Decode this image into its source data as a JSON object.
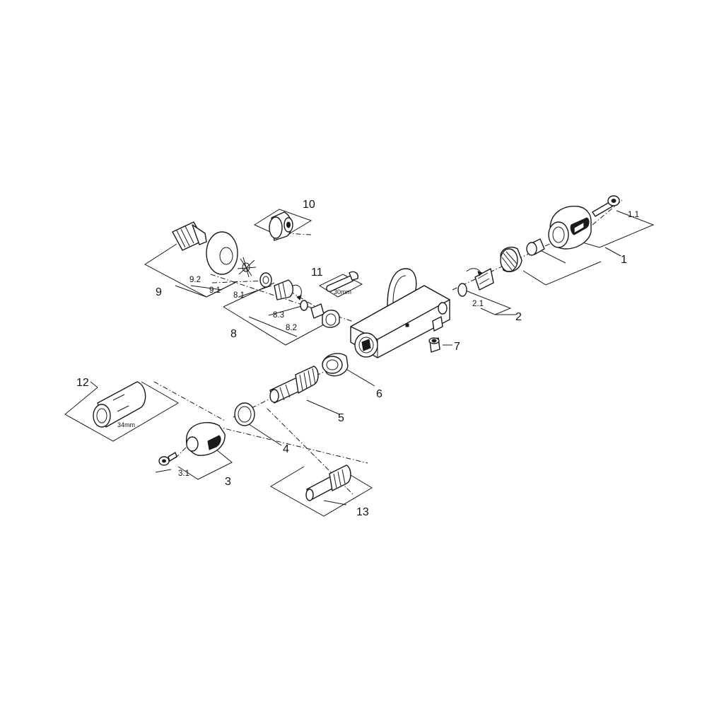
{
  "diagram": {
    "callouts": {
      "c1": "1",
      "c1_1": "1.1",
      "c2": "2",
      "c2_1": "2.1",
      "c3": "3",
      "c3_1": "3.1",
      "c4": "4",
      "c5": "5",
      "c6": "6",
      "c7": "7",
      "c8": "8",
      "c8_1": "8.1",
      "c8_2": "8.2",
      "c8_3": "8.3",
      "c9": "9",
      "c9_1": "9.1",
      "c9_2": "9.2",
      "c10": "10",
      "c11": "11",
      "c12": "12",
      "c13": "13"
    },
    "tool_sizes": {
      "wrench_11": "30mm",
      "key_12": "34mm"
    }
  }
}
